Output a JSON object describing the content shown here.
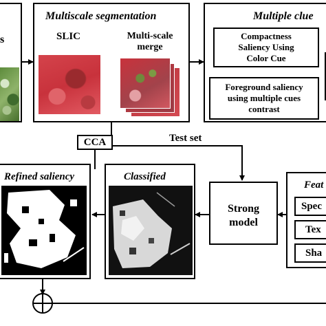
{
  "segmentation": {
    "title": "Multiscale segmentation",
    "slic_label": "SLIC",
    "merge_label_line1": "Multi-scale",
    "merge_label_line2": "merge"
  },
  "cues": {
    "title": "Multiple clue",
    "compactness_line1": "Compactness",
    "compactness_line2": "Saliency Using",
    "compactness_line3": "Color Cue",
    "foreground_line1": "Foreground saliency",
    "foreground_line2": "using multiple cues",
    "foreground_line3": "contrast"
  },
  "cca_label": "CCA",
  "test_set_label": "Test set",
  "refined": {
    "title": "Refined saliency"
  },
  "classified": {
    "title": "Classified"
  },
  "model": {
    "line1": "Strong",
    "line2": "model"
  },
  "features": {
    "title": "Feat",
    "items": [
      "Spec",
      "Tex",
      "Sha"
    ]
  },
  "left_partial_label": "s",
  "colors": {
    "line": "#000000",
    "satellite_red": "#c8323c",
    "satellite_green": "#5b8a3a"
  }
}
